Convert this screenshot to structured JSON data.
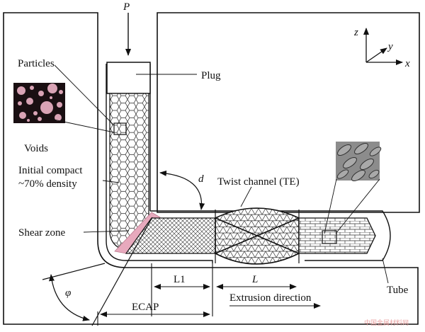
{
  "labels": {
    "P": "P",
    "plug": "Plug",
    "particles": "Particles",
    "voids": "Voids",
    "initial_compact_line1": "Initial compact",
    "initial_compact_line2": "~70% density",
    "d": "d",
    "twist_channel": "Twist channel (TE)",
    "shear_zone": "Shear zone",
    "phi": "φ",
    "L1": "L1",
    "L": "L",
    "extrusion_direction": "Extrusion direction",
    "ecap": "ECAP",
    "tube": "Tube",
    "axis_z": "z",
    "axis_y": "y",
    "axis_x": "x",
    "watermark": "中国金属材料网"
  },
  "colors": {
    "particle": "#d9a3b5",
    "void_bg": "#1a0f12",
    "shear_band": "#e7a9bd",
    "stroke": "#111111",
    "watermark": "#e8a0a0"
  }
}
